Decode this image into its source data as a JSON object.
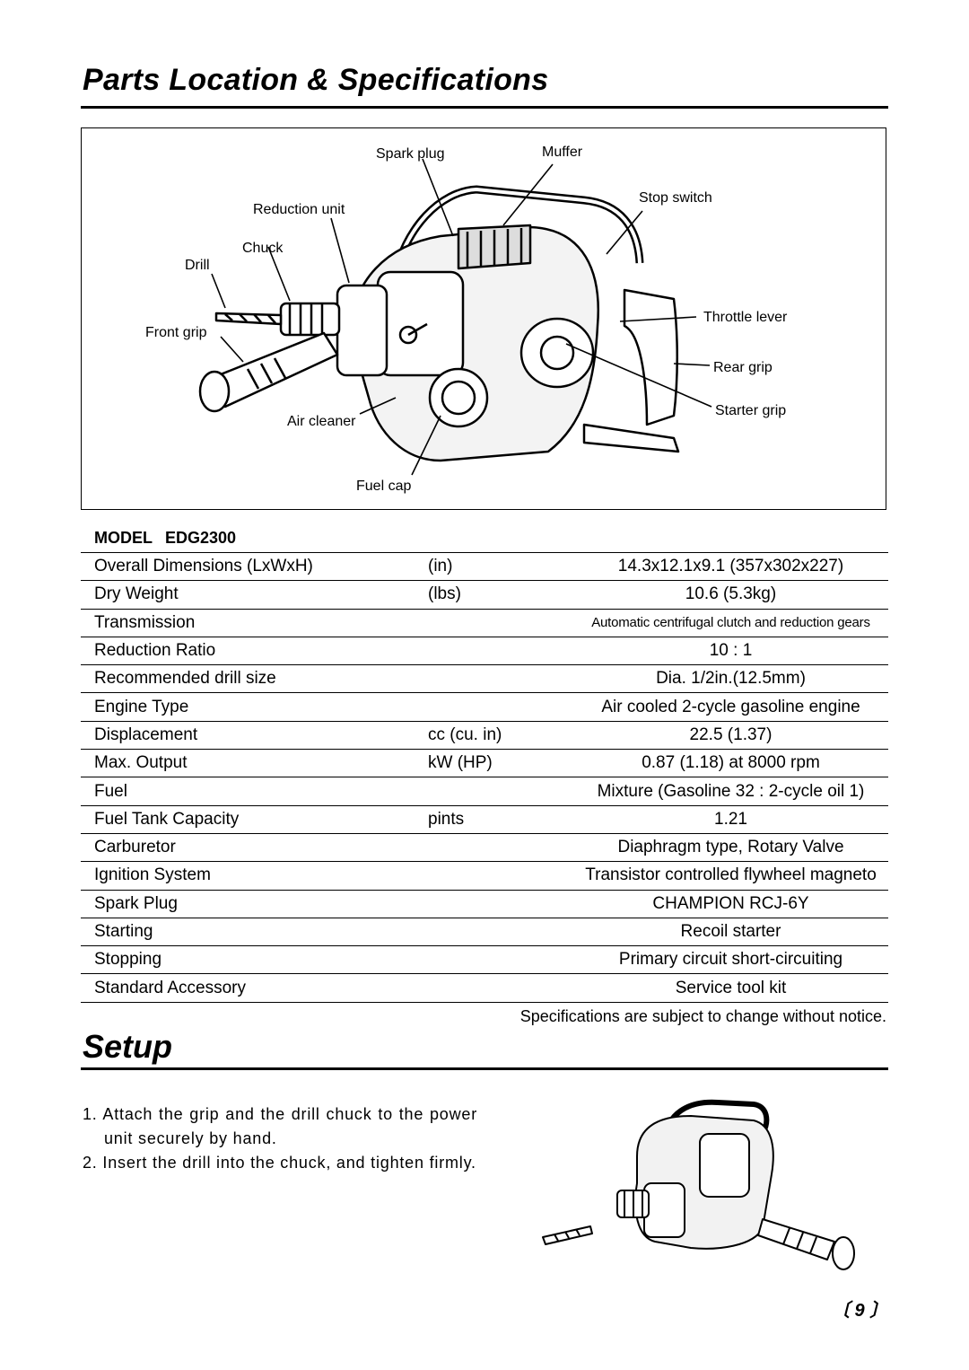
{
  "page_title": "Parts Location & Specifications",
  "figure_labels": {
    "spark_plug": "Spark plug",
    "muffler": "Muffer",
    "reduction_unit": "Reduction unit",
    "stop_switch": "Stop switch",
    "chuck": "Chuck",
    "drill": "Drill",
    "front_grip": "Front grip",
    "throttle_lever": "Throttle lever",
    "rear_grip": "Rear grip",
    "starter_grip": "Starter grip",
    "air_cleaner": "Air cleaner",
    "fuel_cap": "Fuel cap"
  },
  "model": {
    "label": "MODEL",
    "name": "EDG2300"
  },
  "specs": [
    {
      "item": "Overall Dimensions (LxWxH)",
      "unit": "(in)",
      "value": "14.3x12.1x9.1 (357x302x227)"
    },
    {
      "item": "Dry Weight",
      "unit": "(lbs)",
      "value": "10.6 (5.3kg)"
    },
    {
      "item": "Transmission",
      "unit": "",
      "value": "Automatic centrifugal clutch and reduction gears"
    },
    {
      "item": "Reduction Ratio",
      "unit": "",
      "value": "10 : 1"
    },
    {
      "item": "Recommended drill size",
      "unit": "",
      "value": "Dia. 1/2in.(12.5mm)"
    },
    {
      "item": "Engine Type",
      "unit": "",
      "value": "Air cooled 2-cycle gasoline engine"
    },
    {
      "item": "Displacement",
      "unit": "cc (cu. in)",
      "value": "22.5  (1.37)"
    },
    {
      "item": "Max. Output",
      "unit": "kW (HP)",
      "value": "0.87 (1.18) at 8000 rpm"
    },
    {
      "item": "Fuel",
      "unit": "",
      "value": "Mixture (Gasoline 32 : 2-cycle oil 1)"
    },
    {
      "item": "Fuel Tank Capacity",
      "unit": "pints",
      "value": "1.21"
    },
    {
      "item": "Carburetor",
      "unit": "",
      "value": "Diaphragm type, Rotary Valve"
    },
    {
      "item": "Ignition System",
      "unit": "",
      "value": "Transistor controlled flywheel magneto"
    },
    {
      "item": "Spark Plug",
      "unit": "",
      "value": "CHAMPION RCJ-6Y"
    },
    {
      "item": "Starting",
      "unit": "",
      "value": "Recoil starter"
    },
    {
      "item": "Stopping",
      "unit": "",
      "value": "Primary circuit short-circuiting"
    },
    {
      "item": "Standard Accessory",
      "unit": "",
      "value": "Service tool kit"
    }
  ],
  "spec_note": "Specifications are subject to change without notice.",
  "setup_title": "Setup",
  "setup_steps": [
    "1. Attach the grip and the drill chuck to the power unit securely by hand.",
    "2. Insert the drill into the chuck, and tighten firmly."
  ],
  "page_number": "〔 9 〕"
}
